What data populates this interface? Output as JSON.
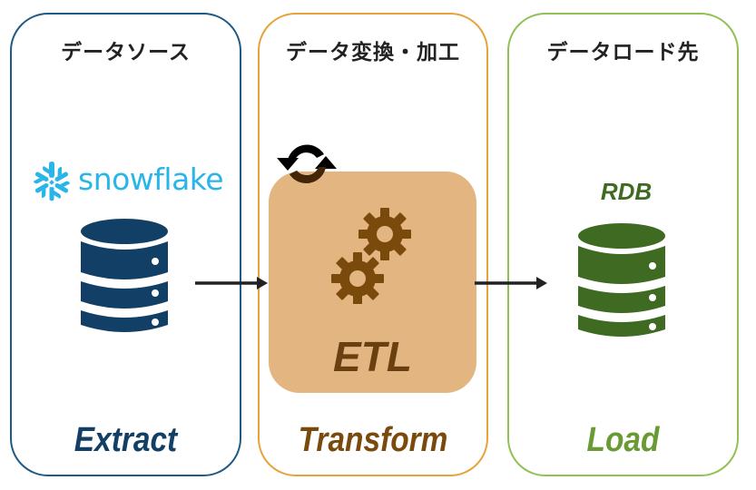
{
  "panels": [
    {
      "id": "extract",
      "title": "データソース",
      "stage": "Extract",
      "color": "#1f5a85"
    },
    {
      "id": "transform",
      "title": "データ変換・加工",
      "stage": "Transform",
      "color": "#e8a23c"
    },
    {
      "id": "load",
      "title": "データロード先",
      "stage": "Load",
      "color": "#8fc154"
    }
  ],
  "source": {
    "logo_text": "snowflake",
    "logo_icon": "snowflake-logo-icon",
    "icon": "database-icon",
    "color": "#123f66"
  },
  "process": {
    "label": "ETL",
    "icon": "gears-icon",
    "badge_icon": "refresh-icon",
    "box_color": "#e2b581"
  },
  "destination": {
    "label": "RDB",
    "icon": "database-icon",
    "color": "#3f6a22"
  },
  "flow": [
    "source-to-etl-arrow",
    "etl-to-destination-arrow"
  ]
}
